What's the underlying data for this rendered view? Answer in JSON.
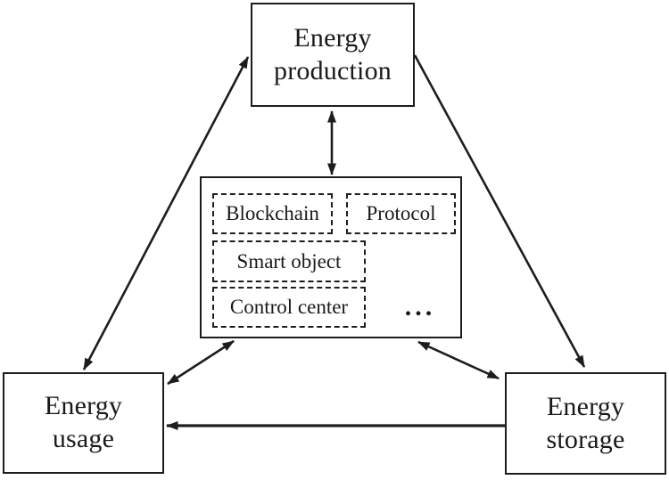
{
  "nodes": {
    "production": {
      "label": "Energy\nproduction"
    },
    "usage": {
      "label": "Energy\nusage"
    },
    "storage": {
      "label": "Energy\nstorage"
    },
    "hub": {
      "components": [
        "Blockchain",
        "Protocol",
        "Smart object",
        "Control center"
      ],
      "more_indicator": "..."
    }
  },
  "edges": [
    {
      "from": "energy-production",
      "to": "hub",
      "bidirectional": true
    },
    {
      "from": "energy-usage",
      "to": "energy-production",
      "bidirectional": true
    },
    {
      "from": "energy-production",
      "to": "energy-storage",
      "bidirectional": false
    },
    {
      "from": "hub",
      "to": "energy-usage",
      "bidirectional": true
    },
    {
      "from": "hub",
      "to": "energy-storage",
      "bidirectional": true
    },
    {
      "from": "energy-storage",
      "to": "energy-usage",
      "bidirectional": false
    }
  ],
  "colors": {
    "line": "#1d1d1d",
    "text": "#1a1a1a",
    "background": "#ffffff"
  }
}
